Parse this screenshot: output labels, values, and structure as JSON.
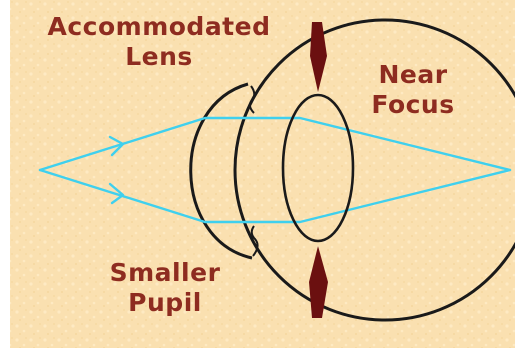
{
  "colors": {
    "background": "#fae0b0",
    "background_speckle": "#ffecc6",
    "page_border": "#ffffff",
    "outline": "#1a1a1a",
    "light_ray": "#3fd0ee",
    "pupil_iris": "#6b1010",
    "label_text": "#8e2c20"
  },
  "labels": {
    "accommodated_lens": [
      "Accommodated",
      "Lens"
    ],
    "near_focus": [
      "Near",
      "Focus"
    ],
    "smaller_pupil": [
      "Smaller",
      "Pupil"
    ]
  }
}
